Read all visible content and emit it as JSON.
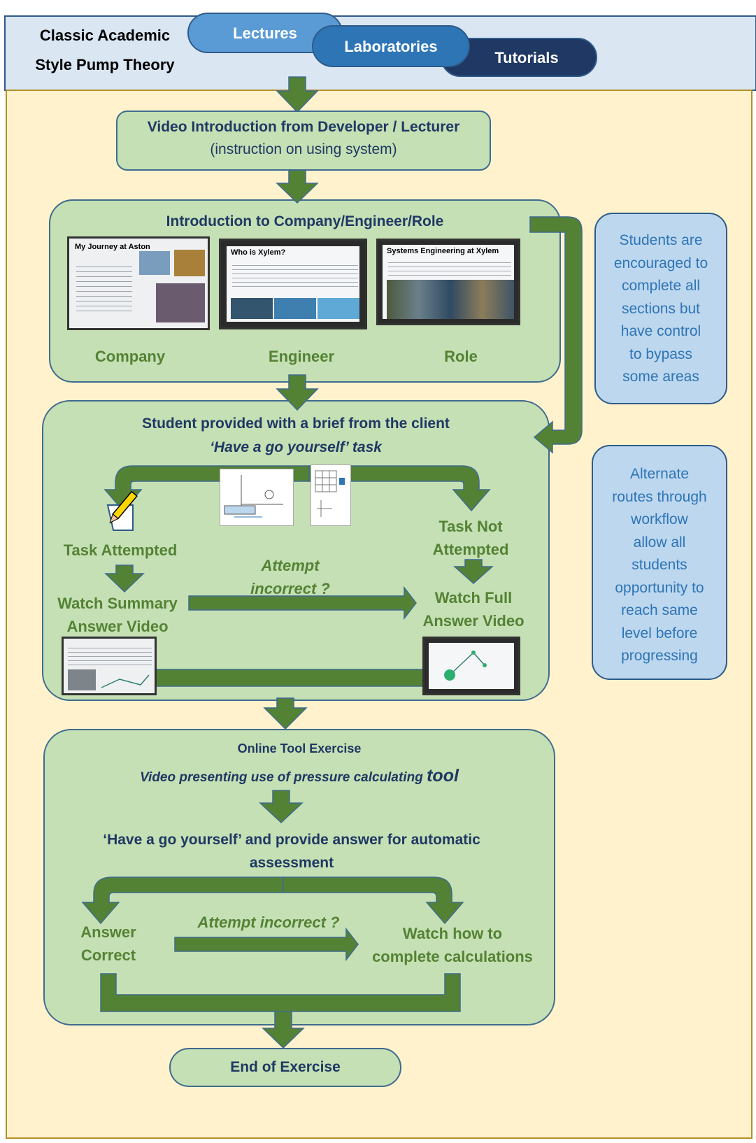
{
  "header": {
    "title_line1": "Classic Academic",
    "title_line2": "Style Pump Theory",
    "tabs": [
      "Lectures",
      "Laboratories",
      "Tutorials"
    ]
  },
  "video_intro": {
    "title": "Video Introduction from Developer / Lecturer",
    "subtitle": "(instruction on using system)"
  },
  "company_intro": {
    "title": "Introduction to Company/Engineer/Role",
    "items": [
      {
        "label": "Company",
        "slide_heading": "My Journey at Aston"
      },
      {
        "label": "Engineer",
        "slide_heading": "Who is Xylem?"
      },
      {
        "label": "Role",
        "slide_heading": "Systems Engineering at Xylem"
      }
    ]
  },
  "brief": {
    "title": "Student provided with a brief from the client",
    "task": "‘Have a go yourself’ task",
    "attempted": "Task Attempted",
    "not_attempted_line1": "Task Not",
    "not_attempted_line2": "Attempted",
    "summary_line1": "Watch Summary",
    "summary_line2": "Answer Video",
    "full_line1": "Watch Full",
    "full_line2": "Answer Video",
    "incorrect_line1": "Attempt",
    "incorrect_line2": "incorrect ?"
  },
  "online_tool": {
    "title": "Online Tool Exercise",
    "subtitle_main": "Video presenting use of pressure calculating ",
    "subtitle_big": "tool",
    "have_go_line1": "‘Have a go yourself’ and provide answer for automatic",
    "have_go_line2": "assessment",
    "correct_line1": "Answer",
    "correct_line2": "Correct",
    "incorrect": "Attempt incorrect ?",
    "watch_line1": "Watch how to",
    "watch_line2": "complete calculations"
  },
  "end": {
    "label": "End of Exercise"
  },
  "notes": {
    "note1": [
      "Students are",
      "encouraged to",
      "complete all",
      "sections but",
      "have control",
      "to bypass",
      "some areas"
    ],
    "note2": [
      "Alternate",
      "routes through",
      "workflow",
      "allow all",
      "students",
      "opportunity to",
      "reach same",
      "level before",
      "progressing"
    ]
  },
  "colors": {
    "panel": "#fff2cc",
    "box": "#c5e0b4",
    "arrow": "#548235",
    "note": "#bdd7ee",
    "header": "#dbe6f3"
  }
}
